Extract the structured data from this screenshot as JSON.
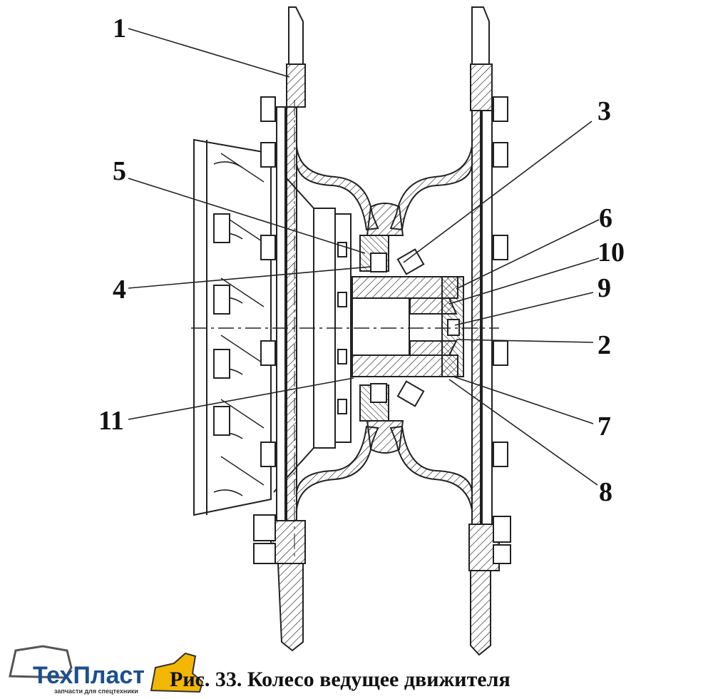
{
  "caption": "Рис. 33. Колесо ведущее движителя",
  "watermark": {
    "brand": "ТехПласт",
    "tagline": "запчасти для спецтехники",
    "colors": {
      "brand": "#1b4f8f",
      "accent": "#f2b705"
    }
  },
  "callouts": {
    "c1": "1",
    "c2": "2",
    "c3": "3",
    "c4": "4",
    "c5": "5",
    "c6": "6",
    "c7": "7",
    "c8": "8",
    "c9": "9",
    "c10": "10",
    "c11": "11"
  }
}
